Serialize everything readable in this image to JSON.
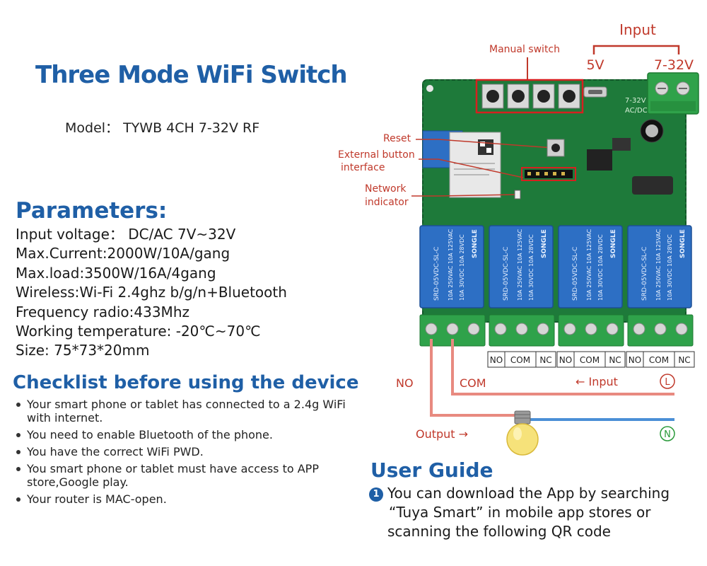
{
  "header": {
    "title": "Three Mode WiFi Switch",
    "model": "Model： TYWB 4CH 7-32V RF"
  },
  "parameters": {
    "heading": "Parameters:",
    "items": [
      "Input voltage： DC/AC 7V~32V",
      "Max.Current:2000W/10A/gang",
      "Max.load:3500W/16A/4gang",
      "Wireless:Wi-Fi 2.4ghz b/g/n+Bluetooth",
      "Frequency radio:433Mhz",
      "Working temperature: -20℃~70℃",
      "Size: 75*73*20mm"
    ]
  },
  "checklist": {
    "heading": "Checklist before using the device",
    "items": [
      "Your smart phone or tablet has connected to a 2.4g WiFi with internet.",
      "You need to enable Bluetooth of the phone.",
      "You have the correct WiFi PWD.",
      "You smart phone or tablet must have access to APP store,Google play.",
      "Your router is MAC-open."
    ]
  },
  "guide": {
    "heading": "User Guide",
    "step_number": "1",
    "step_line1": "You can download the App by searching",
    "step_line2": "“Tuya Smart”  in mobile app stores or",
    "step_line3": "scanning the following QR code"
  },
  "diagram": {
    "input_label": "Input",
    "manual_switch_label": "Manual switch",
    "v5_label": "5V",
    "v7_32_label": "7-32V",
    "reset_label": "Reset",
    "ext_button_line1": "External button",
    "ext_button_line2": "interface",
    "network_line1": "Network",
    "network_line2": "indicator",
    "terminal_labels": [
      "NO",
      "COM",
      "NC"
    ],
    "wiring_no": "NO",
    "wiring_com": "COM",
    "wiring_input": "←  Input",
    "wiring_output": "Output  →",
    "live_symbol": "L",
    "neutral_symbol": "N",
    "relay_brand": "SONGLE",
    "relay_model": "SRD-05VDC-SL-C",
    "relay_rating1": "10A 250VAC 10A 125VAC",
    "relay_rating2": "10A 30VDC 10A 28VDC",
    "board_marking_acdc": "AC/DC",
    "board_marking_voltage": "7-32V",
    "colors": {
      "brand_blue": "#1f5fa6",
      "annotation_red": "#c0392b",
      "pcb_green": "#1e7a3a",
      "relay_blue": "#2d6fc4",
      "terminal_green": "#2fa24a",
      "wire_red": "#e88a80",
      "wire_blue": "#4a8fd6",
      "neutral_green": "#2a9a3a"
    }
  }
}
